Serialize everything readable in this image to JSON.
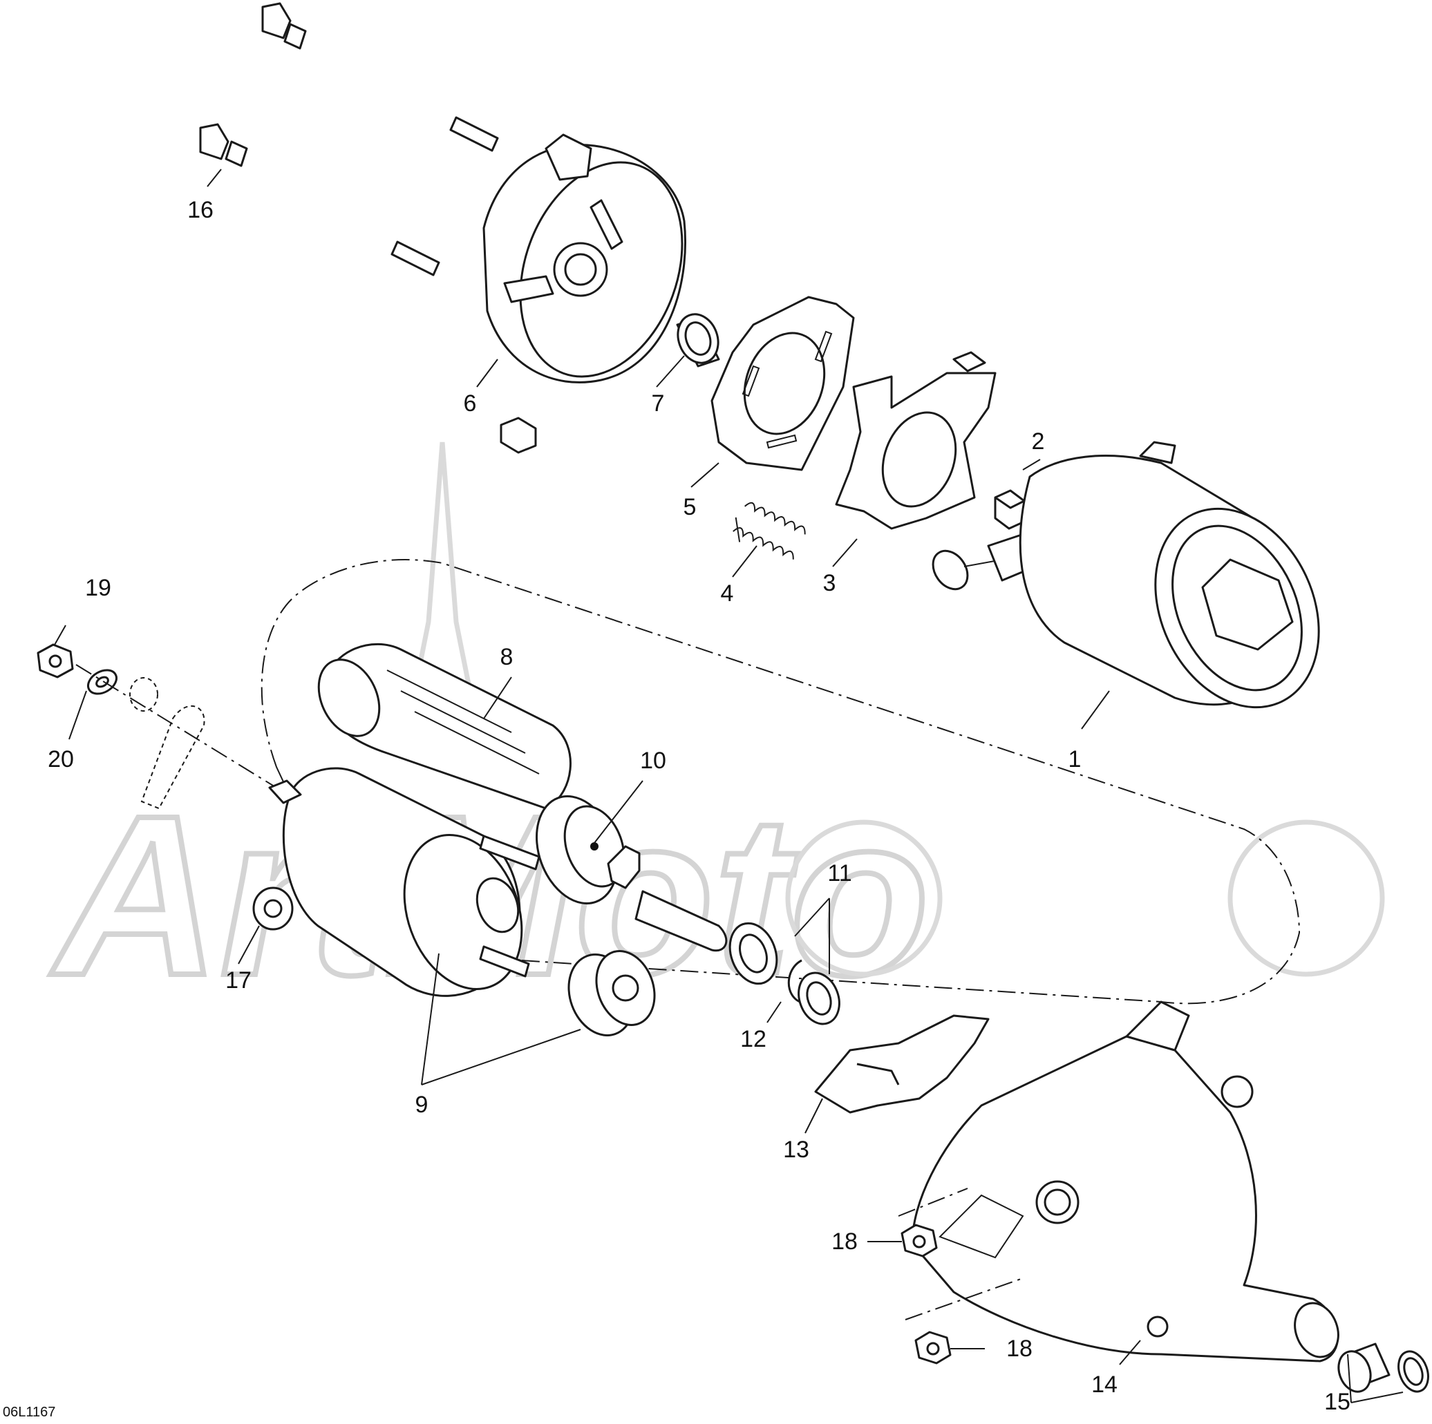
{
  "diagram": {
    "reference_code": "06L1167",
    "watermark": "ArtMoto",
    "callouts": [
      {
        "id": "1",
        "text": "1"
      },
      {
        "id": "2",
        "text": "2"
      },
      {
        "id": "3",
        "text": "3"
      },
      {
        "id": "4",
        "text": "4"
      },
      {
        "id": "5",
        "text": "5"
      },
      {
        "id": "6",
        "text": "6"
      },
      {
        "id": "7",
        "text": "7"
      },
      {
        "id": "8",
        "text": "8"
      },
      {
        "id": "9",
        "text": "9"
      },
      {
        "id": "10",
        "text": "10"
      },
      {
        "id": "11",
        "text": "11"
      },
      {
        "id": "12",
        "text": "12"
      },
      {
        "id": "13",
        "text": "13"
      },
      {
        "id": "14",
        "text": "14"
      },
      {
        "id": "15",
        "text": "15"
      },
      {
        "id": "16",
        "text": "16"
      },
      {
        "id": "17",
        "text": "17"
      },
      {
        "id": "18a",
        "text": "18"
      },
      {
        "id": "18b",
        "text": "18"
      },
      {
        "id": "19",
        "text": "19"
      },
      {
        "id": "20",
        "text": "20"
      }
    ]
  }
}
